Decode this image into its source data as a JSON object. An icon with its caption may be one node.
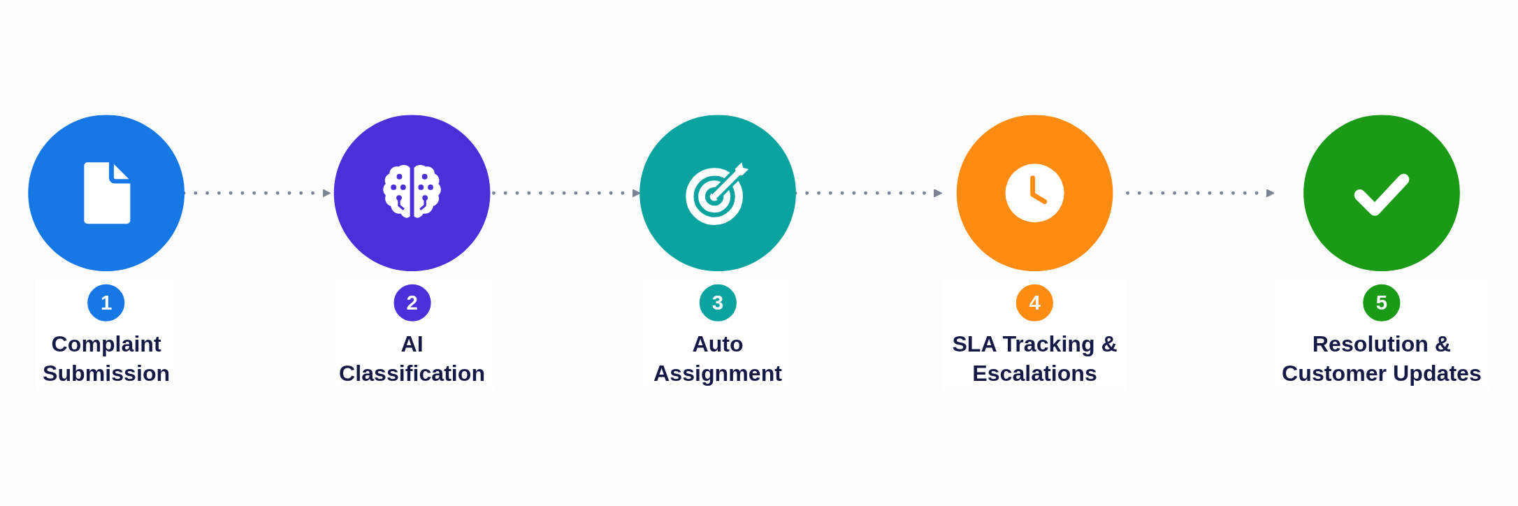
{
  "diagram": {
    "nodes": [
      {
        "text": [
          "1",
          "Complaint Submission"
        ]
      },
      {
        "text": [
          "2",
          "AI Classification"
        ]
      },
      {
        "text": [
          "3",
          "Auto Assignment"
        ]
      },
      {
        "text": [
          "4",
          "SLA Tracking & Escalations"
        ]
      },
      {
        "text": [
          "5",
          "Resolution & Customer Updates"
        ]
      }
    ],
    "edges": [
      {
        "from": 0,
        "to": 1,
        "arrow": "to",
        "style": "dashed"
      },
      {
        "from": 1,
        "to": 2,
        "arrow": "to",
        "style": "dashed"
      },
      {
        "from": 2,
        "to": 3,
        "arrow": "to",
        "style": "dashed"
      },
      {
        "from": 3,
        "to": 4,
        "arrow": "to",
        "style": "dashed"
      }
    ]
  }
}
